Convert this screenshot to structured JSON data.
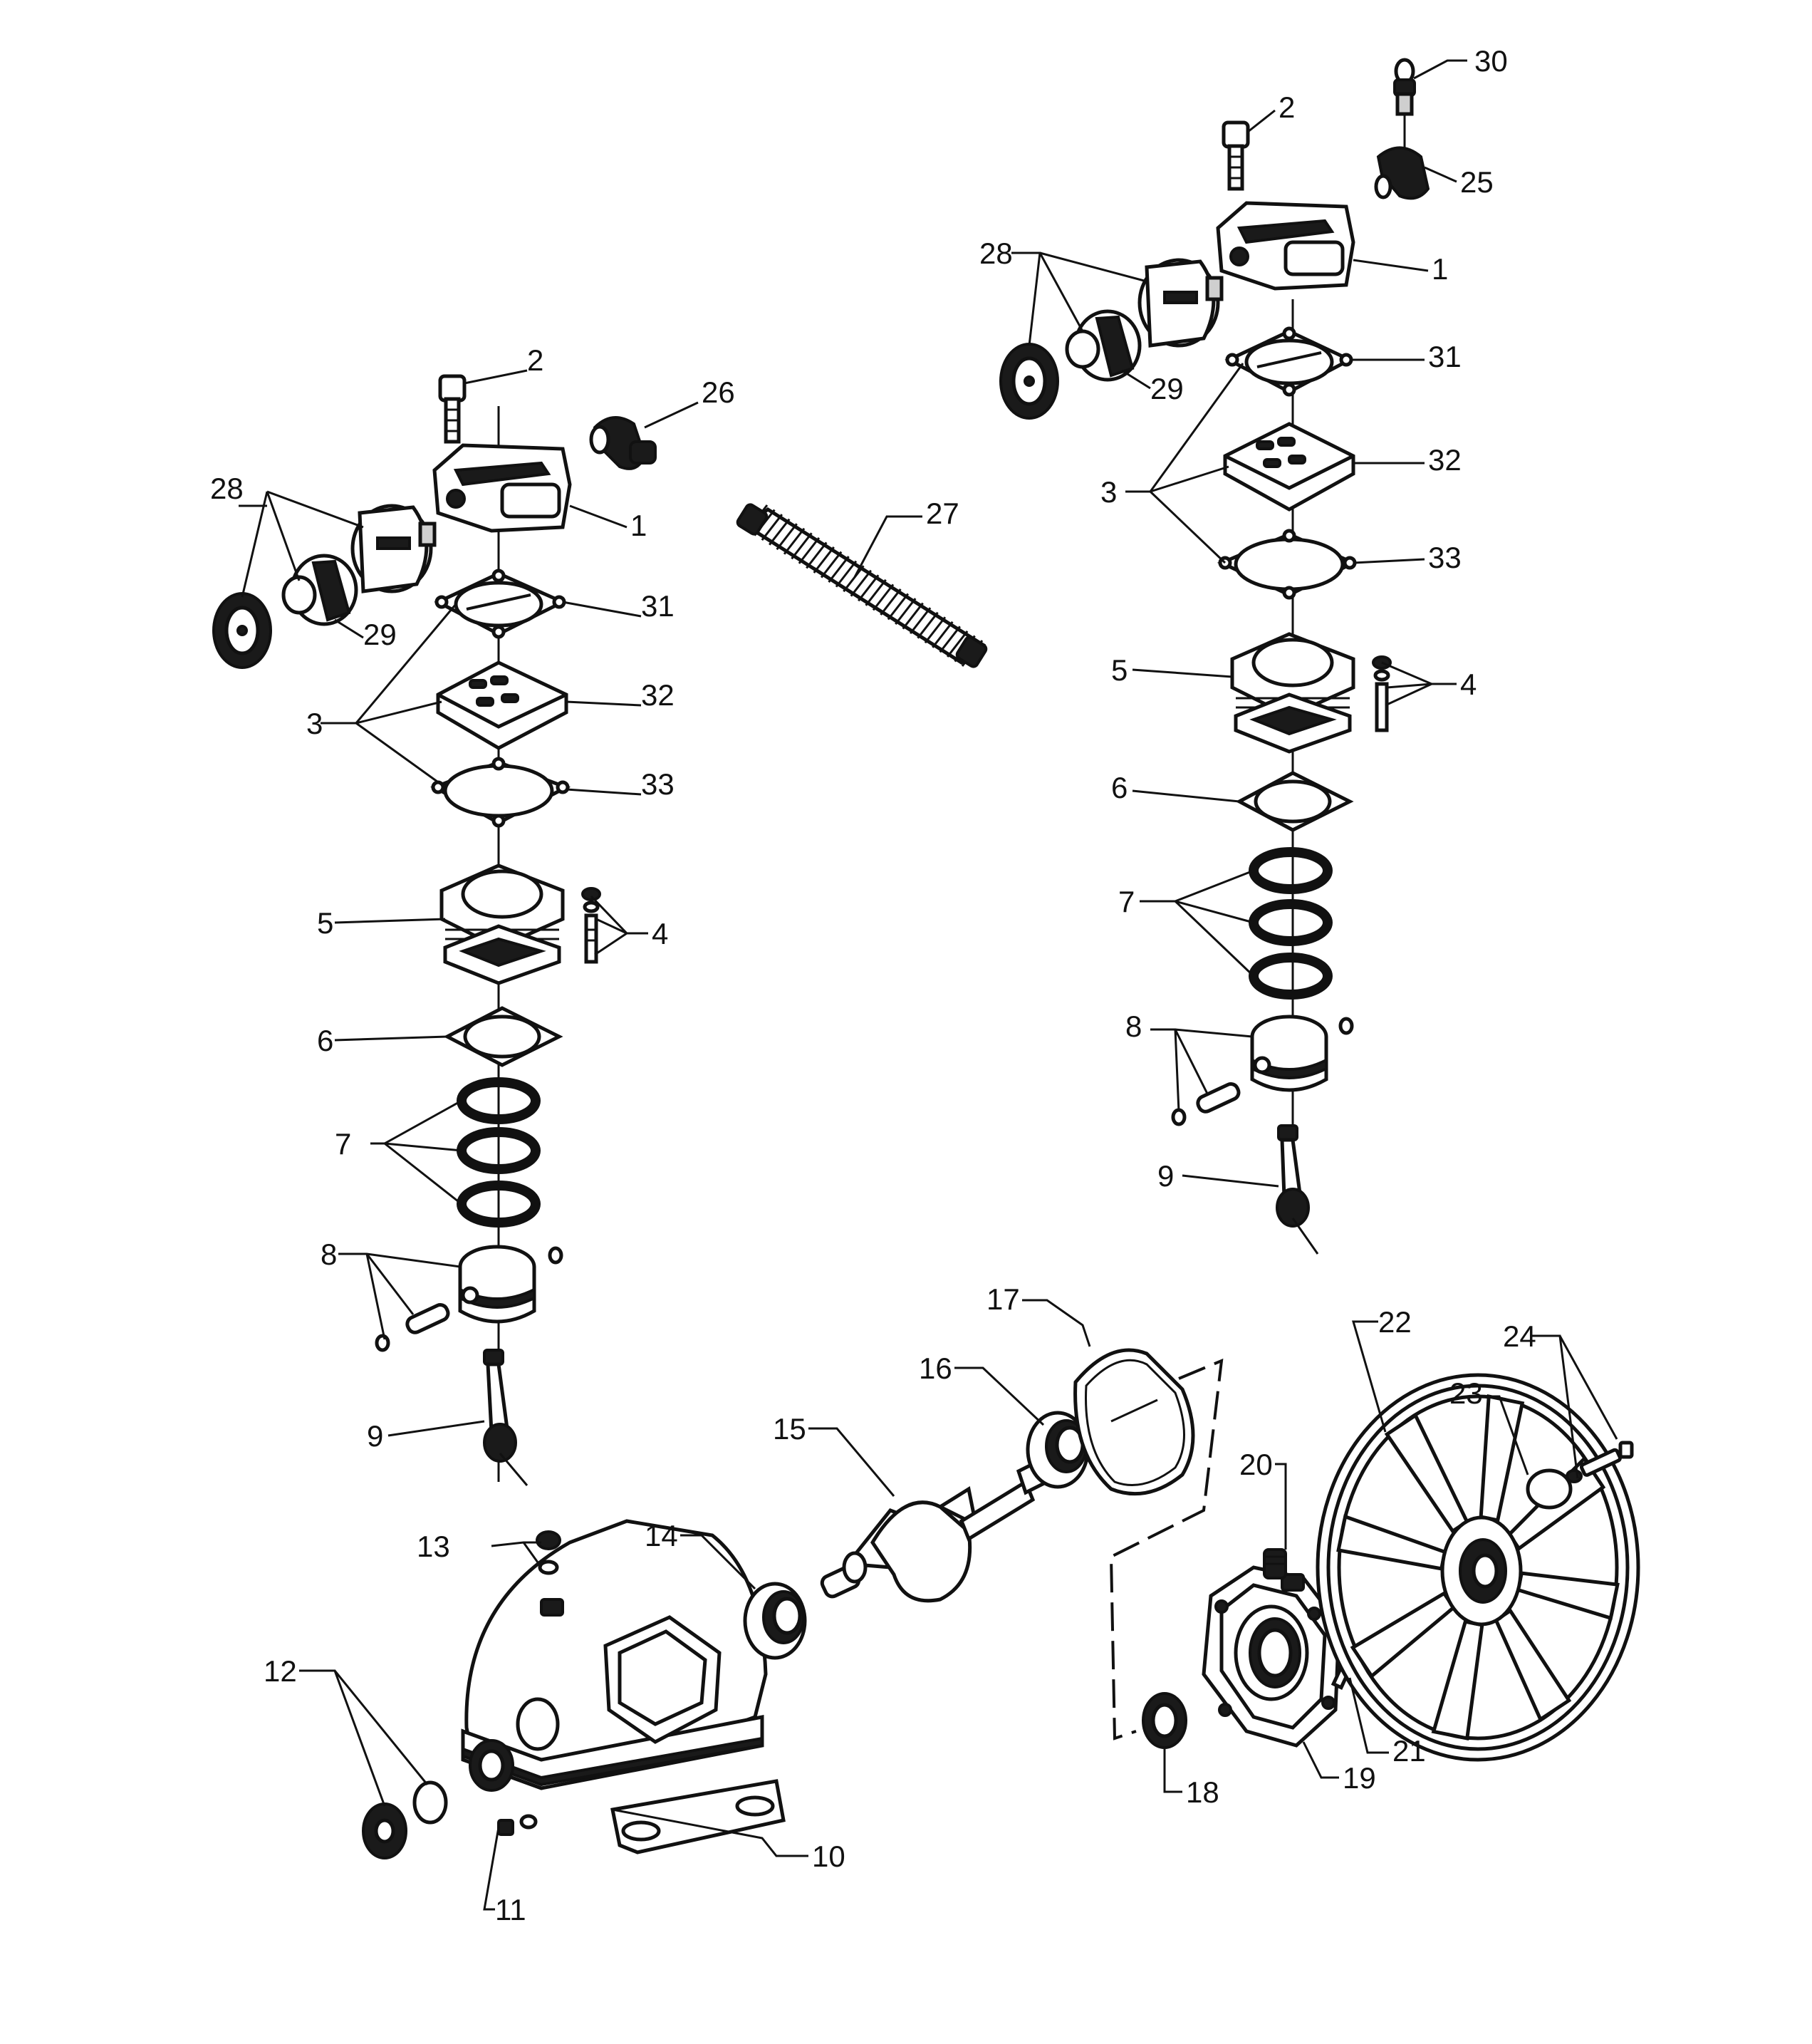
{
  "diagram": {
    "labels": {
      "p1": "1",
      "p2": "2",
      "p3": "3",
      "p4": "4",
      "p5": "5",
      "p6": "6",
      "p7": "7",
      "p8": "8",
      "p9": "9",
      "p10": "10",
      "p11": "11",
      "p12": "12",
      "p13": "13",
      "p14": "14",
      "p15": "15",
      "p16": "16",
      "p17": "17",
      "p18": "18",
      "p19": "19",
      "p20": "20",
      "p21": "21",
      "p22": "22",
      "p23": "23",
      "p24": "24",
      "p25": "25",
      "p26": "26",
      "p27": "27",
      "p28": "28",
      "p29": "29",
      "p30": "30",
      "p31": "31",
      "p32": "32",
      "p33": "33"
    }
  }
}
